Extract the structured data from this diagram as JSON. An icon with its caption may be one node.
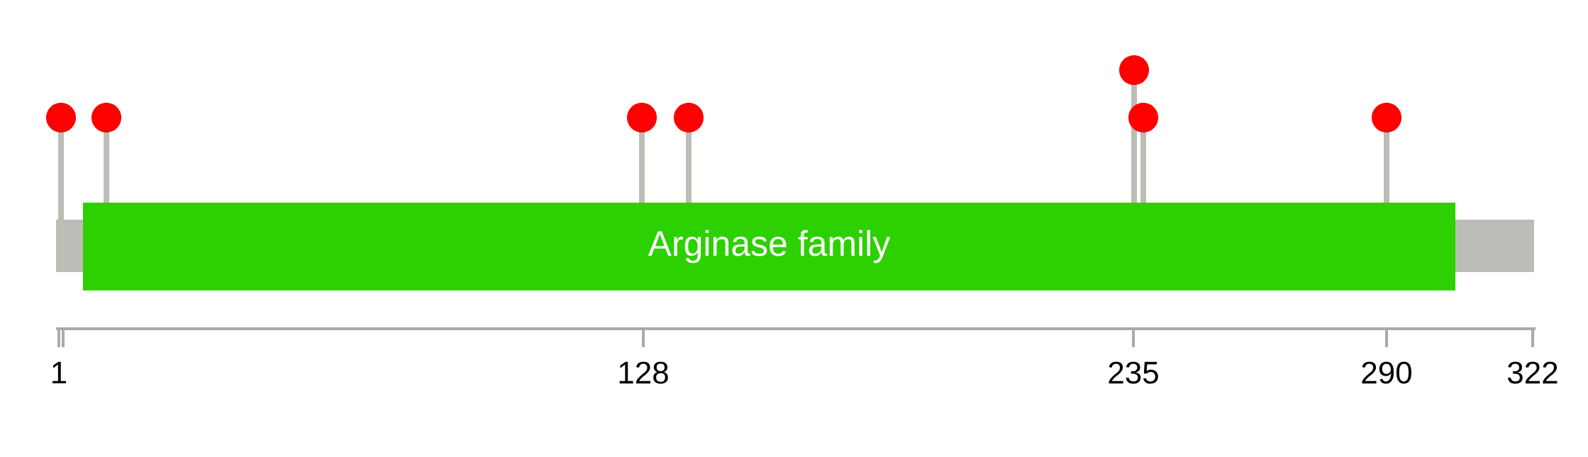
{
  "diagram": {
    "nodes": [
      {
        "text": [],
        "shape": "bar"
      },
      {
        "text": [
          "Arginase family"
        ]
      },
      {
        "text": [],
        "shape": "bar"
      }
    ],
    "labels": [
      "1",
      "128",
      "235",
      "290",
      "322"
    ]
  }
}
